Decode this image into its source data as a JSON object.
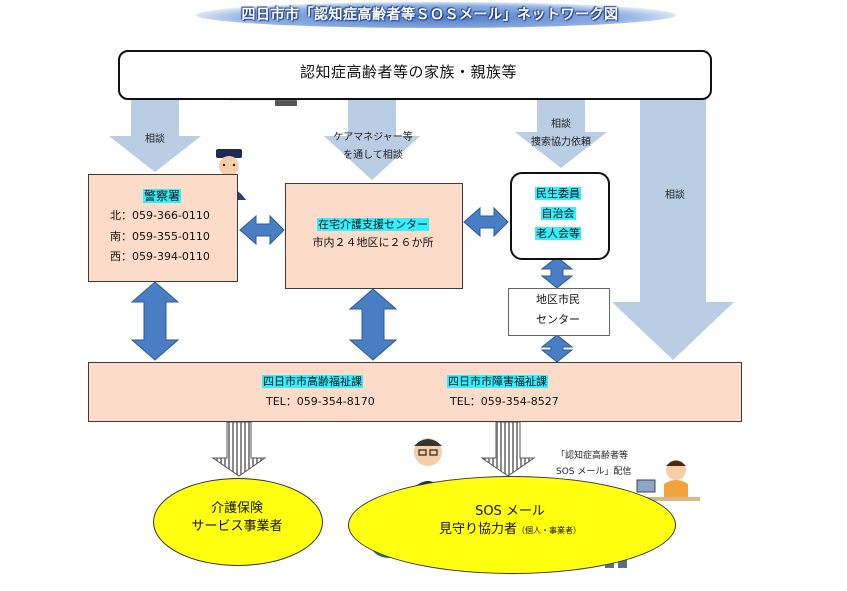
{
  "title": "四日市市「認知症高齢者等ＳＯＳメール」ネットワーク図",
  "family": {
    "label": "認知症高齢者等の家族・親族等"
  },
  "arrow_labels": {
    "consult_police": "相談",
    "care_manager_line1": "ケアマネジャー等",
    "care_manager_line2": "を通して相談",
    "volunteer_line1": "相談",
    "volunteer_line2": "捜索協力依頼",
    "consult_right": "相談"
  },
  "police": {
    "name": "警察署",
    "north": "北：059-366-0110",
    "south": "南：059-355-0110",
    "west": "西：059-394-0110"
  },
  "care_center": {
    "name": "在宅介護支援センター",
    "sub": "市内２４地区に２６か所"
  },
  "volunteers": {
    "line1": "民生委員",
    "line2": "自治会",
    "line3": "老人会等"
  },
  "community_center": {
    "line1": "地区市民",
    "line2": "センター"
  },
  "welfare": {
    "elderly_name": "四日市市高齢福祉課",
    "elderly_tel": "TEL：059-354-8170",
    "disability_name": "四日市市障害福祉課",
    "disability_tel": "TEL：059-354-8527"
  },
  "kaigo": {
    "line1": "介護保険",
    "line2": "サービス事業者"
  },
  "sos": {
    "line1": "SOS メール",
    "line2": "見守り協力者",
    "line2_small": "（個人・事業者）"
  },
  "sos_mail": {
    "line1": "「認知症高齢者等",
    "line2": "SOS メール」配信"
  },
  "colors": {
    "peach": "#fcdcc8",
    "highlight": "#33f0ff",
    "light_arrow": "#b9cde4",
    "dark_arrow": "#4a7ec4",
    "yellow": "#ffff10",
    "title_blue": "#4f7ac8"
  },
  "icons": [
    "family-illustration",
    "police-officer-illustration",
    "man-with-glasses-illustration",
    "grocer-illustration",
    "worker-illustration",
    "computer-woman-illustration"
  ]
}
